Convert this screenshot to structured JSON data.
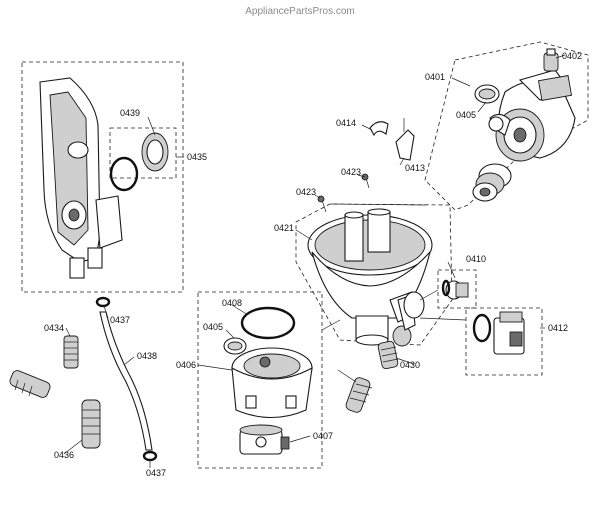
{
  "watermark": "AppliancePartsPros.com",
  "colors": {
    "line": "#222222",
    "part_fill": "#ffffff",
    "shade": "#cfcfcf",
    "watermark": "#8c8c8c"
  },
  "labels": {
    "p0401": "0401",
    "p0402": "0402",
    "p0405a": "0405",
    "p0405b": "0405",
    "p0406": "0406",
    "p0407": "0407",
    "p0408": "0408",
    "p0410": "0410",
    "p0412": "0412",
    "p0413": "0413",
    "p0414": "0414",
    "p0421": "0421",
    "p0423a": "0423",
    "p0423b": "0423",
    "p0430": "0430",
    "p0434": "0434",
    "p0435": "0435",
    "p0436": "0436",
    "p0437a": "0437",
    "p0437b": "0437",
    "p0438": "0438",
    "p0439": "0439"
  }
}
